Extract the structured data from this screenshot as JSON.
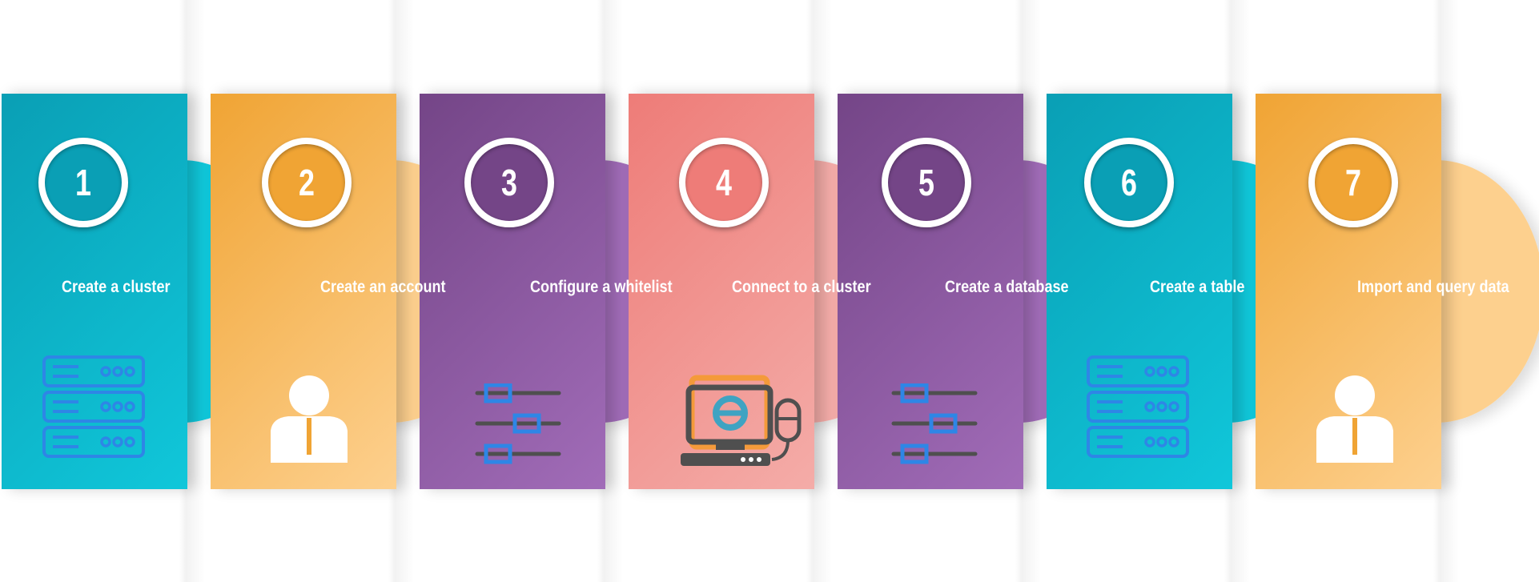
{
  "steps": [
    {
      "number": "1",
      "label": "Create a cluster",
      "icon": "server-rack-icon",
      "colors": [
        "#0a9fb5",
        "#10c7da"
      ]
    },
    {
      "number": "2",
      "label": "Create an account",
      "icon": "user-icon",
      "colors": [
        "#f0a434",
        "#fdd08e"
      ]
    },
    {
      "number": "3",
      "label": "Configure a whitelist",
      "icon": "sliders-icon",
      "colors": [
        "#744587",
        "#a16cb8"
      ]
    },
    {
      "number": "4",
      "label": "Connect to a cluster",
      "icon": "computer-connection-icon",
      "colors": [
        "#ee7c78",
        "#f4aca8"
      ]
    },
    {
      "number": "5",
      "label": "Create a database",
      "icon": "sliders-icon",
      "colors": [
        "#744587",
        "#a16cb8"
      ]
    },
    {
      "number": "6",
      "label": "Create a table",
      "icon": "server-rack-icon",
      "colors": [
        "#0a9fb5",
        "#10c7da"
      ]
    },
    {
      "number": "7",
      "label": "Import and query data",
      "icon": "user-icon",
      "colors": [
        "#f0a434",
        "#fdd08e"
      ]
    }
  ],
  "icon_colors": {
    "blue": "#2e86e6",
    "gray": "#4f4f4f",
    "orange": "#f49a3a",
    "teal": "#3fa3c2"
  }
}
